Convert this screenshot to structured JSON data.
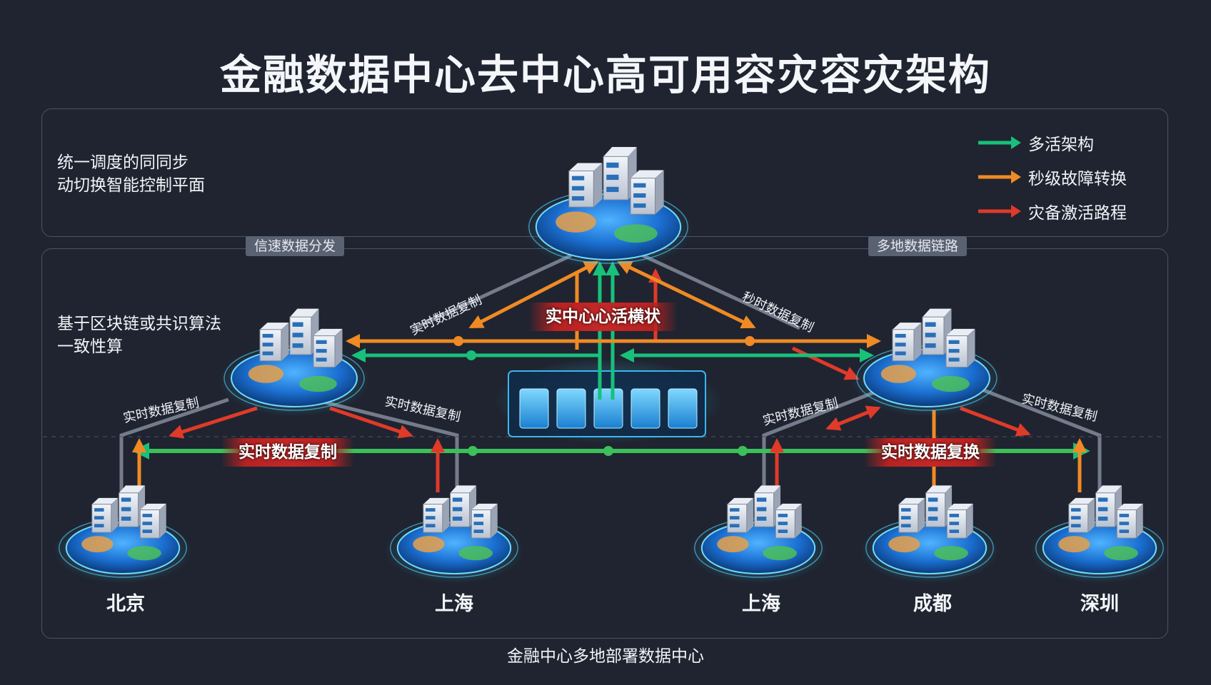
{
  "title": "金融数据中心去中心高可用容灾容灾架构",
  "top_panel_text": [
    "统一调度的同同步",
    "动切换智能控制平面"
  ],
  "main_panel_text": [
    "基于区块链或共识算法",
    "一致性算"
  ],
  "legend": [
    {
      "label": "多活架构",
      "color": "#18c07a"
    },
    {
      "label": "秒级故障转换",
      "color": "#f08a24"
    },
    {
      "label": "灾备激活路程",
      "color": "#e03a2a"
    }
  ],
  "tags": {
    "left": "信速数据分发",
    "right": "多地数据链路"
  },
  "center_banner": "实中心心活横状",
  "banner_left": "实时数据复制",
  "banner_right": "实时数据复换",
  "link_labels": [
    "实时数据复制",
    "秒时数据复制",
    "实时数据复制",
    "实时数据复制",
    "实时数据复制",
    "实时数据复制"
  ],
  "cities": [
    "北京",
    "上海",
    "上海",
    "成都",
    "深圳"
  ],
  "footer": "金融中心多地部署数据中心",
  "colors": {
    "green": "#18c07a",
    "orange": "#f08a24",
    "red": "#e03a2a",
    "grey": "#8a92a2",
    "bg": "#1f2430"
  }
}
